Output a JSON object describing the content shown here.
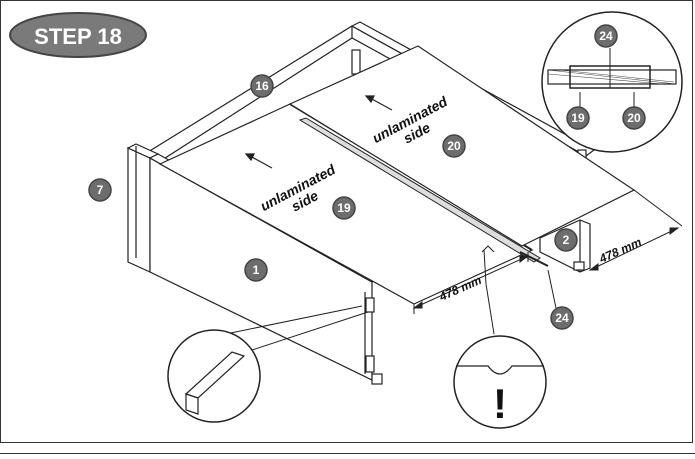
{
  "step": {
    "label": "STEP 18"
  },
  "parts": [
    {
      "id": "p1",
      "num": "1"
    },
    {
      "id": "p2",
      "num": "2"
    },
    {
      "id": "p7",
      "num": "7"
    },
    {
      "id": "p16",
      "num": "16"
    },
    {
      "id": "p19",
      "num": "19"
    },
    {
      "id": "p20",
      "num": "20"
    },
    {
      "id": "p24",
      "num": "24"
    }
  ],
  "detail_labels": {
    "top": "24",
    "left": "19",
    "right": "20"
  },
  "notes": {
    "left_line1": "unlaminated",
    "left_line2": "side",
    "right_line1": "unlaminated",
    "right_line2": "side"
  },
  "dimensions": {
    "front": "478 mm",
    "side": "478 mm"
  },
  "warning": {
    "symbol": "!"
  },
  "colors": {
    "badge": "#6d6d6d",
    "badge_border": "#444444",
    "step_badge": "#7a7a7a",
    "line": "#222222",
    "panel_fill": "#ffffff"
  }
}
